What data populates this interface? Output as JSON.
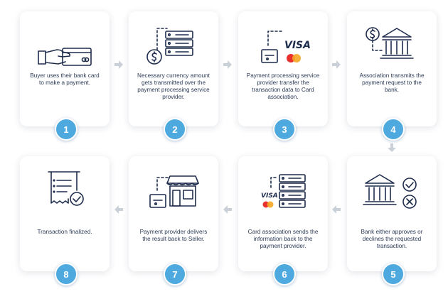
{
  "steps": [
    {
      "number": "1",
      "text": "Buyer uses their bank card to make a payment."
    },
    {
      "number": "2",
      "text": "Necessary currency amount gets transmitted over the payment processing service provider."
    },
    {
      "number": "3",
      "text": "Payment processing service provider transfer the transaction data to Card association."
    },
    {
      "number": "4",
      "text": "Association transmits the payment request to the bank."
    },
    {
      "number": "5",
      "text": "Bank either approves or declines the requested transaction."
    },
    {
      "number": "6",
      "text": "Card association sends the information back to the payment provider."
    },
    {
      "number": "7",
      "text": "Payment provider delivers the result back to Seller."
    },
    {
      "number": "8",
      "text": "Transaction finalized."
    }
  ],
  "visa_label": "VISA",
  "colors": {
    "badge": "#4ea9de",
    "icon_stroke": "#1f2d4d",
    "text": "#2b3a55",
    "arrow": "#c9d0d8",
    "mastercard_red": "#e8312f",
    "mastercard_yellow": "#f5a623"
  }
}
